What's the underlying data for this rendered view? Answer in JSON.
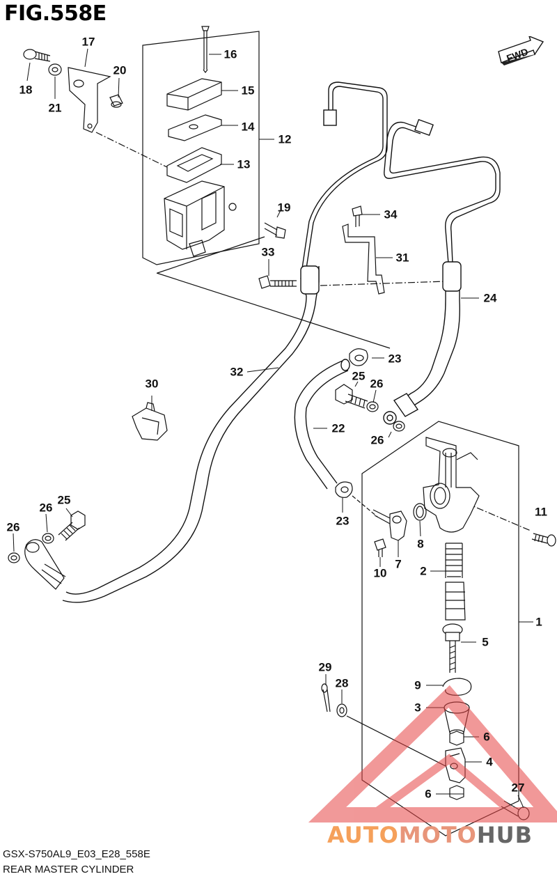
{
  "figure": {
    "title": "FIG.558E",
    "fwd_label": "FWD",
    "model_code": "GSX-S750AL9_E03_E28_558E",
    "caption": "REAR MASTER CYLINDER"
  },
  "callouts": [
    {
      "id": "16",
      "label": "16"
    },
    {
      "id": "17",
      "label": "17"
    },
    {
      "id": "18",
      "label": "18"
    },
    {
      "id": "20",
      "label": "20"
    },
    {
      "id": "21",
      "label": "21"
    },
    {
      "id": "15",
      "label": "15"
    },
    {
      "id": "14",
      "label": "14"
    },
    {
      "id": "12",
      "label": "12"
    },
    {
      "id": "13",
      "label": "13"
    },
    {
      "id": "19",
      "label": "19"
    },
    {
      "id": "33",
      "label": "33"
    },
    {
      "id": "34",
      "label": "34"
    },
    {
      "id": "31",
      "label": "31"
    },
    {
      "id": "24",
      "label": "24"
    },
    {
      "id": "32",
      "label": "32"
    },
    {
      "id": "30",
      "label": "30"
    },
    {
      "id": "23a",
      "label": "23"
    },
    {
      "id": "25a",
      "label": "25"
    },
    {
      "id": "26a",
      "label": "26"
    },
    {
      "id": "22",
      "label": "22"
    },
    {
      "id": "26b",
      "label": "26"
    },
    {
      "id": "26c",
      "label": "26"
    },
    {
      "id": "25b",
      "label": "25"
    },
    {
      "id": "26d",
      "label": "26"
    },
    {
      "id": "23b",
      "label": "23"
    },
    {
      "id": "11",
      "label": "11"
    },
    {
      "id": "8",
      "label": "8"
    },
    {
      "id": "7",
      "label": "7"
    },
    {
      "id": "10",
      "label": "10"
    },
    {
      "id": "2",
      "label": "2"
    },
    {
      "id": "1",
      "label": "1"
    },
    {
      "id": "5",
      "label": "5"
    },
    {
      "id": "29",
      "label": "29"
    },
    {
      "id": "28",
      "label": "28"
    },
    {
      "id": "9",
      "label": "9"
    },
    {
      "id": "3",
      "label": "3"
    },
    {
      "id": "6a",
      "label": "6"
    },
    {
      "id": "4",
      "label": "4"
    },
    {
      "id": "27",
      "label": "27"
    },
    {
      "id": "6b",
      "label": "6"
    }
  ],
  "watermark": {
    "part1": "AUTO",
    "part2": "MOTO",
    "part3": "HUB",
    "color1": "#f4a460",
    "color2": "#e8a07a",
    "color3": "#555555",
    "triangle_color": "#e64545"
  }
}
